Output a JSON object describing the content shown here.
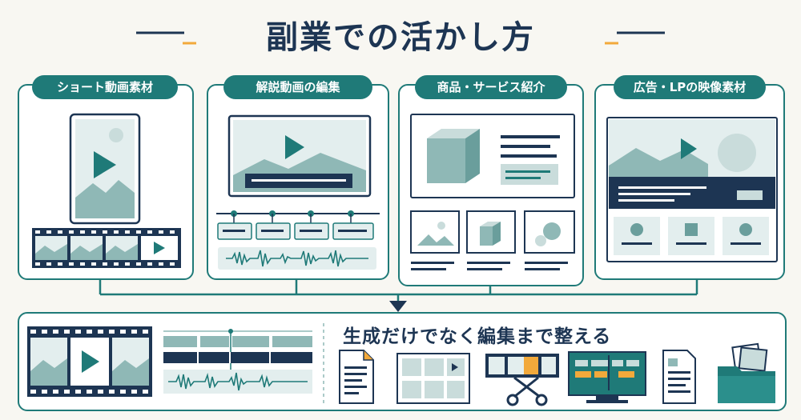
{
  "title": "副業での活かし方",
  "cards": [
    {
      "label": "ショート動画素材"
    },
    {
      "label": "解説動画の編集"
    },
    {
      "label": "商品・サービス紹介"
    },
    {
      "label": "広告・LPの映像素材"
    }
  ],
  "bottom": {
    "heading": "生成だけでなく編集まで整える"
  },
  "colors": {
    "teal": "#1f7a78",
    "navy": "#1d3553",
    "sage": "#8fb8b6",
    "orange": "#f2a93b",
    "background": "#f8f7f2"
  }
}
